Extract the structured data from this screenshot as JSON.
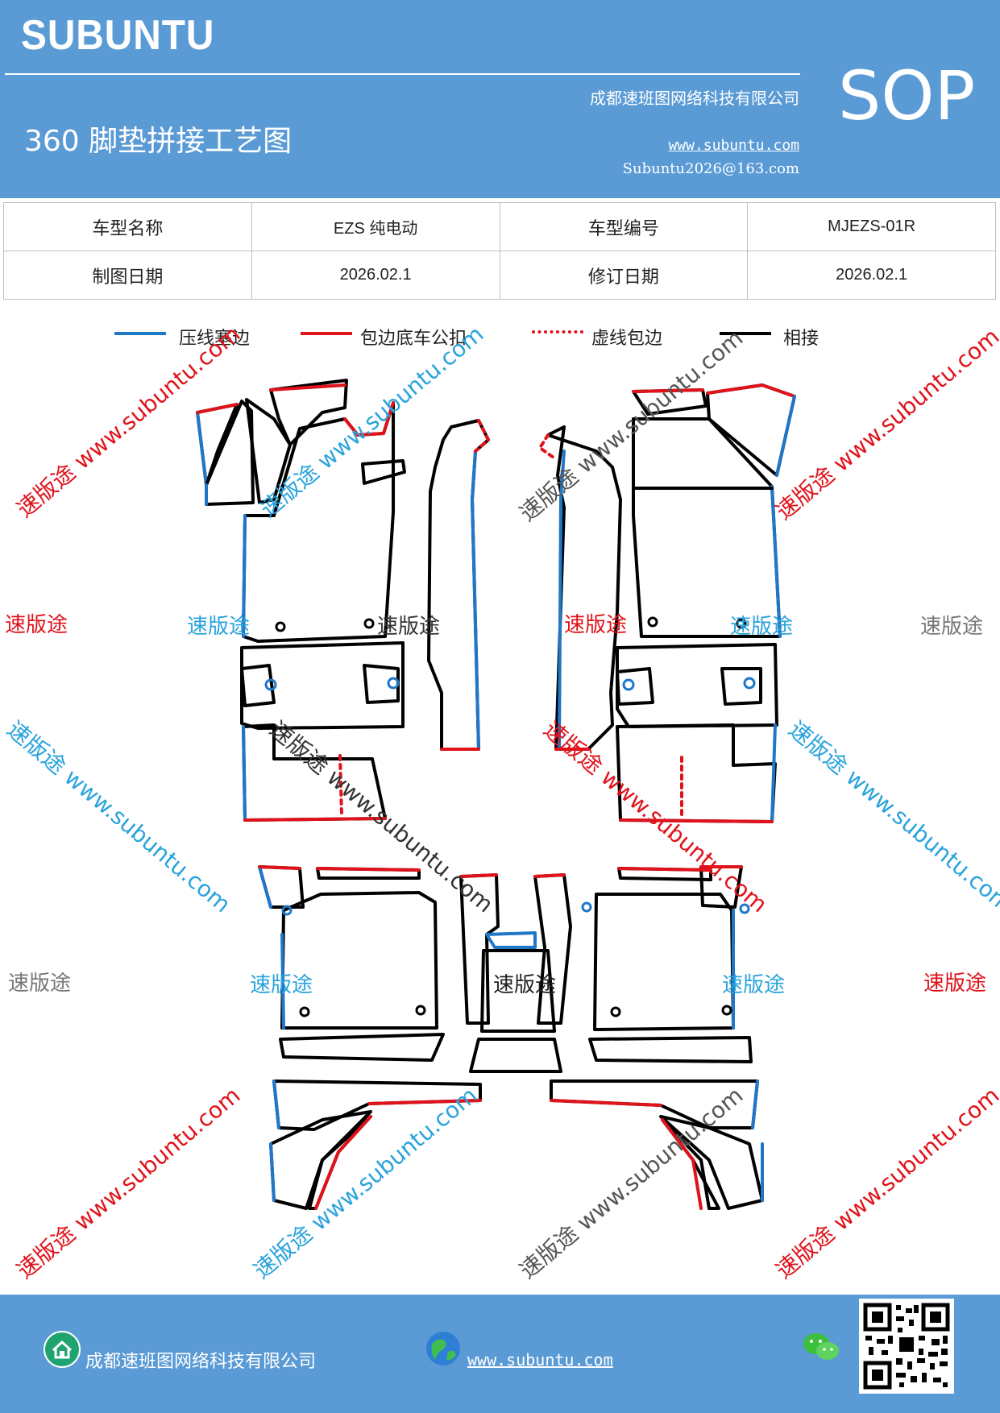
{
  "header": {
    "brand": "SUBUNTU",
    "title": "360 脚垫拼接工艺图",
    "company": "成都速班图网络科技有限公司",
    "website": "www.subuntu.com",
    "email": "Subuntu2026@163.com",
    "badge": "SOP"
  },
  "info_table": {
    "row1": {
      "label1": "车型名称",
      "value1": "EZS 纯电动",
      "label2": "车型编号",
      "value2": "MJEZS-01R"
    },
    "row2": {
      "label1": "制图日期",
      "value1": "2026.02.1",
      "label2": "修订日期",
      "value2": "2026.02.1"
    }
  },
  "legend": [
    {
      "label": "压线塞边",
      "color": "#1f77c8",
      "style": "solid"
    },
    {
      "label": "包边底车公扣",
      "color": "#e0121a",
      "style": "solid"
    },
    {
      "label": "虚线包边",
      "color": "#e0121a",
      "style": "dotted"
    },
    {
      "label": "相接",
      "color": "#000000",
      "style": "solid"
    }
  ],
  "watermarks": {
    "brand": "速版途",
    "url": "www.subuntu.com",
    "diagonal": "速版途 www.subuntu.com"
  },
  "footer": {
    "company": "成都速班图网络科技有限公司",
    "website": "www.subuntu.com ",
    "icons": [
      "home-icon",
      "globe-icon",
      "wechat-icon",
      "qr-code"
    ]
  },
  "colors": {
    "header_bg": "#5b9bd5",
    "press_edge": "#1f77c8",
    "wrap_edge": "#e0121a",
    "join": "#000000"
  }
}
